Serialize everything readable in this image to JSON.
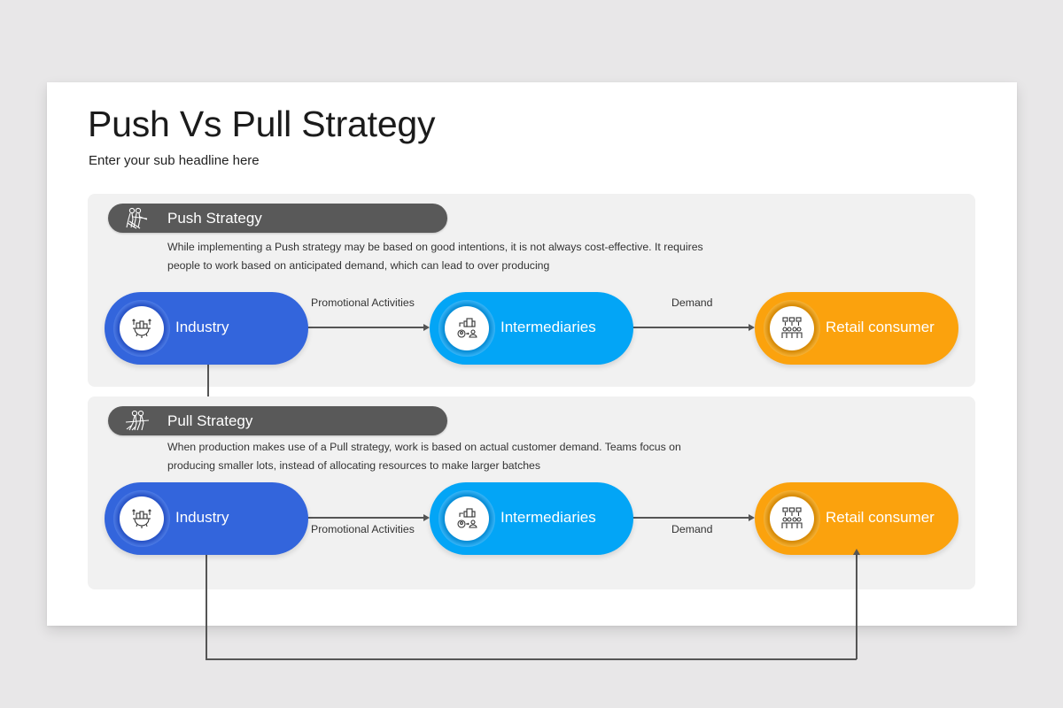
{
  "slide": {
    "title": "Push Vs Pull Strategy",
    "subtitle": "Enter your sub headline here"
  },
  "colors": {
    "industry": "#3365dc",
    "intermediaries": "#03a5f6",
    "retail": "#fba20d",
    "header_bar": "#595959",
    "panel_bg": "#f1f1f1"
  },
  "push": {
    "header": "Push Strategy",
    "icon": "people-pushing-icon",
    "description_line1": "While implementing  a Push strategy may be based on good intentions, it is not always cost-effective.  It requires",
    "description_line2": "people to work based on anticipated demand, which can lead to over producing",
    "nodes": [
      {
        "label": "Industry",
        "icon": "industry-gear-icon"
      },
      {
        "label": "Intermediaries",
        "icon": "intermediaries-icon"
      },
      {
        "label": "Retail consumer",
        "icon": "consumers-icon"
      }
    ],
    "connectors": [
      {
        "from": "Industry",
        "to": "Intermediaries",
        "label": "Promotional Activities"
      },
      {
        "from": "Intermediaries",
        "to": "Retail consumer",
        "label": "Demand"
      },
      {
        "from": "Industry",
        "to": "Intermediaries",
        "label": "",
        "route": "below"
      }
    ]
  },
  "pull": {
    "header": "Pull Strategy",
    "icon": "people-pulling-icon",
    "description_line1": "When production makes use of a Pull strategy, work is based on actual customer demand. Teams focus on",
    "description_line2": "producing smaller lots, instead of allocating resources to make larger batches",
    "nodes": [
      {
        "label": "Industry",
        "icon": "industry-gear-icon"
      },
      {
        "label": "Intermediaries",
        "icon": "intermediaries-icon"
      },
      {
        "label": "Retail consumer",
        "icon": "consumers-icon"
      }
    ],
    "connectors": [
      {
        "from": "Industry",
        "to": "Intermediaries",
        "label": "Promotional Activities"
      },
      {
        "from": "Intermediaries",
        "to": "Retail consumer",
        "label": "Demand"
      },
      {
        "from": "Industry",
        "to": "Retail consumer",
        "label": "",
        "route": "below"
      }
    ]
  }
}
